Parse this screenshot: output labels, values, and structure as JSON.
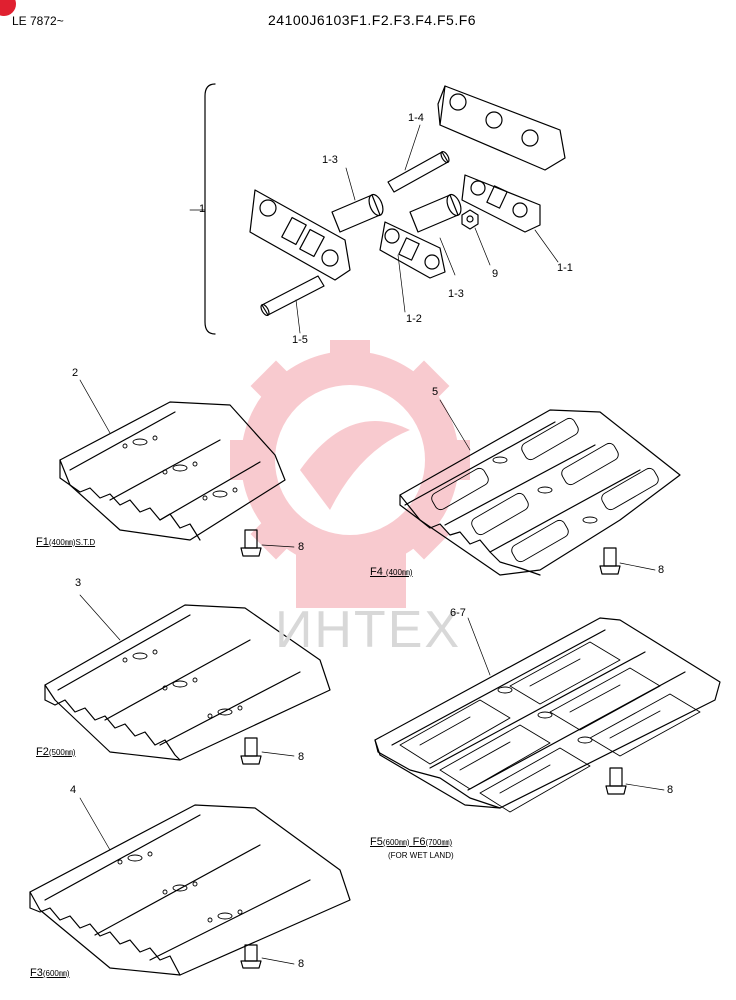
{
  "header": {
    "model_range": "LE 7872~",
    "part_number": "24100J6103F1.F2.F3.F4.F5.F6"
  },
  "watermark": {
    "text": "ИНТЕХ",
    "color": "#f4a0a8"
  },
  "callouts": {
    "assembly": "1",
    "link_right": "1-1",
    "link_left": "1-2",
    "bushing_a": "1-3",
    "bushing_b": "1-3",
    "pin": "1-4",
    "master_pin": "1-5",
    "nut": "9",
    "shoe_f1": "2",
    "shoe_f2": "3",
    "shoe_f3": "4",
    "shoe_f4": "5",
    "shoe_f5_f6": "6-7",
    "bolt_f1": "8",
    "bolt_f2": "8",
    "bolt_f3": "8",
    "bolt_f4": "8",
    "bolt_f5_f6": "8"
  },
  "captions": {
    "f1": {
      "code": "F1",
      "size": "(400㎜)",
      "note": "S.T.D"
    },
    "f2": {
      "code": "F2",
      "size": "(500㎜)"
    },
    "f3": {
      "code": "F3",
      "size": "(600㎜)"
    },
    "f4": {
      "code": "F4",
      "size": "(400㎜)"
    },
    "f5_f6": {
      "code_a": "F5",
      "size_a": "(600㎜)",
      "code_b": "F6",
      "size_b": "(700㎜)",
      "note": "(FOR WET LAND)"
    }
  }
}
